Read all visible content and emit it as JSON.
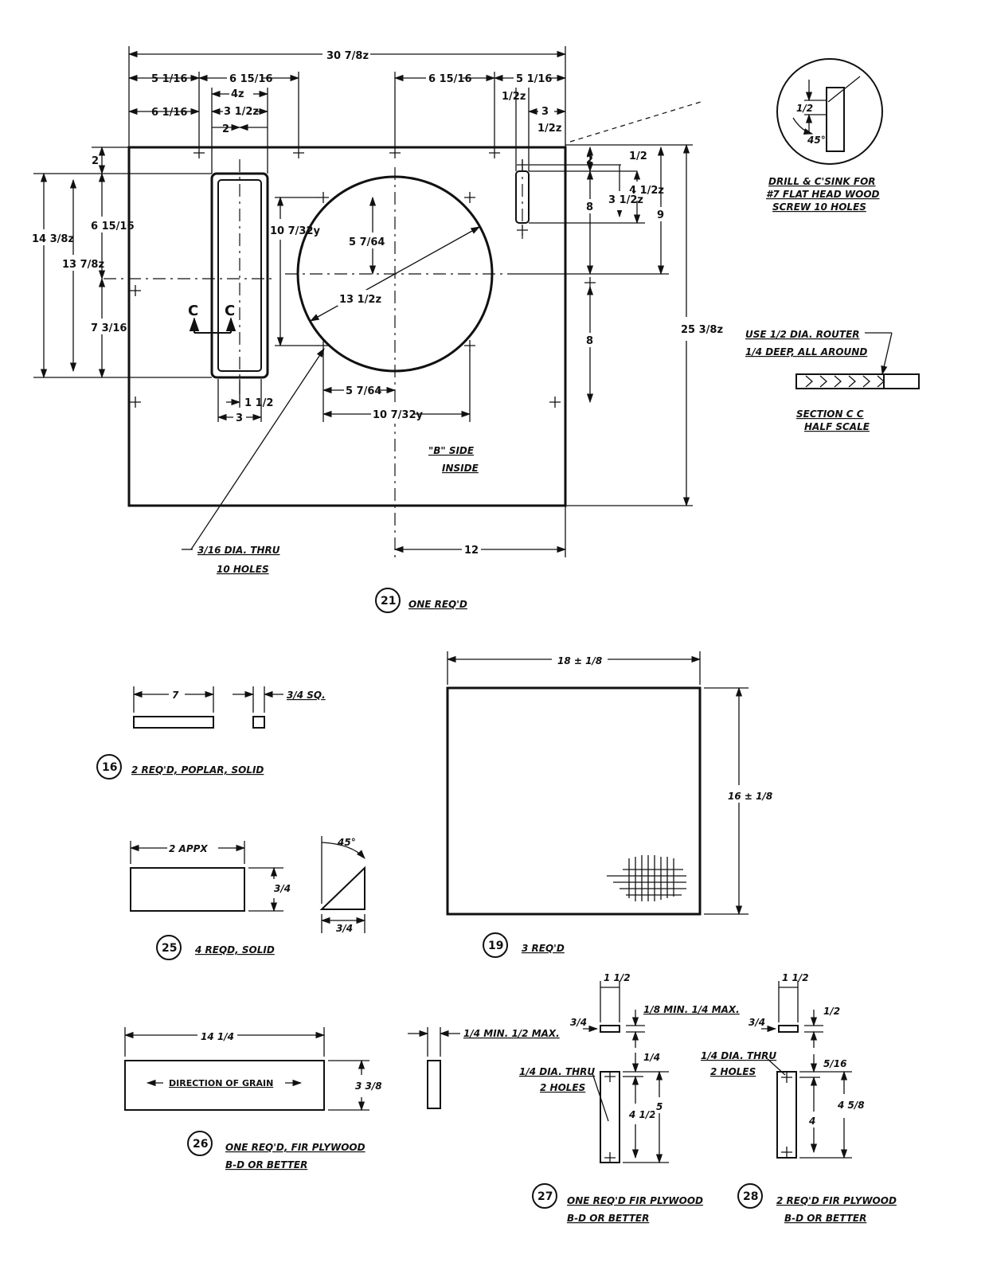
{
  "part21": {
    "overall_width": "30 7/8z",
    "overall_height": "25 3/8z",
    "dims_top": [
      "5 1/16",
      "6 15/16",
      "4z",
      "3 1/2z",
      "6 1/16",
      "2",
      "6 15/16",
      "5 1/16",
      "1/2z",
      "3",
      "1/2z"
    ],
    "dims_left": [
      "2",
      "14 3/8z",
      "13 7/8z",
      "6 15/16",
      "7 3/16"
    ],
    "dims_right": [
      "2",
      "1/2",
      "4 1/2z",
      "3 1/2z",
      "8",
      "9",
      "8"
    ],
    "dims_mid": [
      "10 7/32y",
      "5 7/64",
      "13 1/2z",
      "5 7/64",
      "10 7/32y",
      "1 1/2",
      "3",
      "12"
    ],
    "section_marks": [
      "C",
      "C"
    ],
    "side_note_line1": "\"B\" SIDE",
    "side_note_line2": "INSIDE",
    "hole_note_line1": "3/16 DIA. THRU",
    "hole_note_line2": "10 HOLES",
    "detail_angle": "45°",
    "detail_dim": "1/2",
    "drill_note_line1": "DRILL & C'SINK FOR",
    "drill_note_line2": "#7 FLAT HEAD WOOD",
    "drill_note_line3": "SCREW 10 HOLES",
    "router_note_line1": "USE 1/2 DIA. ROUTER",
    "router_note_line2": "1/4 DEEP, ALL AROUND",
    "section_title": "SECTION C C",
    "section_scale": "HALF SCALE",
    "callout": "21",
    "callout_note": "ONE REQ'D"
  },
  "part16": {
    "length": "7",
    "section": "3/4 SQ.",
    "callout": "16",
    "note": "2 REQ'D, POPLAR, SOLID"
  },
  "part19": {
    "width": "18 ± 1/8",
    "height": "16 ± 1/8",
    "callout": "19",
    "note": "3 REQ'D"
  },
  "part25": {
    "length": "2 APPX",
    "height": "3/4",
    "angle": "45°",
    "width": "3/4",
    "callout": "25",
    "note": "4 REQD, SOLID"
  },
  "part26": {
    "length": "14 1/4",
    "height": "3 3/8",
    "grain": "DIRECTION OF GRAIN",
    "thickness": "1/4 MIN. 1/2 MAX.",
    "callout": "26",
    "note_line1": "ONE REQ'D, FIR PLYWOOD",
    "note_line2": "B-D OR BETTER"
  },
  "part27": {
    "width": "1 1/2",
    "thick": "3/4",
    "thickness": "1/8 MIN. 1/4 MAX.",
    "top": "1/4",
    "hole_spacing": "4 1/2",
    "height": "5",
    "hole_note_line1": "1/4 DIA. THRU",
    "hole_note_line2": "2 HOLES",
    "callout": "27",
    "note_line1": "ONE REQ'D FIR PLYWOOD",
    "note_line2": "B-D OR BETTER"
  },
  "part28": {
    "width": "1 1/2",
    "thick": "3/4",
    "thickness": "1/2",
    "top": "5/16",
    "hole_spacing": "4",
    "height": "4 5/8",
    "hole_note_line1": "1/4 DIA. THRU",
    "hole_note_line2": "2 HOLES",
    "callout": "28",
    "note_line1": "2 REQ'D FIR PLYWOOD",
    "note_line2": "B-D OR BETTER"
  }
}
